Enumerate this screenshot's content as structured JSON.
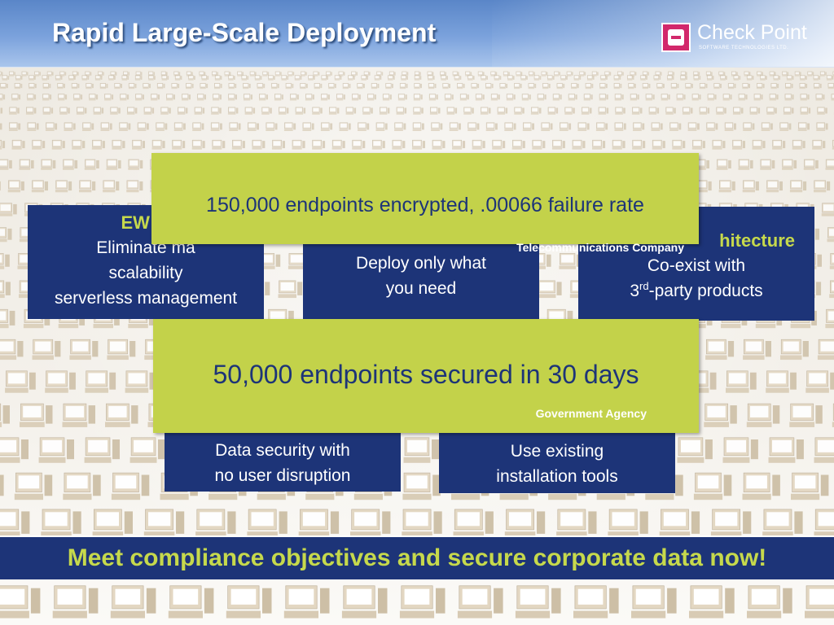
{
  "slide": {
    "title": "Rapid Large-Scale Deployment",
    "logo": {
      "name": "Check Point",
      "subtitle": "SOFTWARE TECHNOLOGIES LTD."
    }
  },
  "boxes": [
    {
      "id": "ew",
      "heading": "EW m",
      "lines": [
        "Eliminate ma",
        "scalability",
        "serverless management"
      ]
    },
    {
      "id": "deploy",
      "lines": [
        "Deploy only what",
        "you need"
      ]
    },
    {
      "id": "arch",
      "heading": "hitecture",
      "line1": "Co-exist with",
      "line2_pre": "3",
      "line2_sup": "rd",
      "line2_post": "-party products"
    },
    {
      "id": "data",
      "lines": [
        "Data security with",
        "no user disruption"
      ]
    },
    {
      "id": "tools",
      "lines": [
        "Use existing",
        "installation tools"
      ]
    }
  ],
  "callouts": [
    {
      "text": "150,000 endpoints encrypted, .00066 failure rate",
      "source": "Telecommunications Company"
    },
    {
      "text": "50,000 endpoints secured in 30 days",
      "source": "Government Agency"
    }
  ],
  "banner": "Meet compliance objectives and secure corporate data now!",
  "colors": {
    "navy": "#1d3478",
    "lime": "#c3d24a",
    "headline_green": "#c6d94c",
    "header_blue": "#5a86c8"
  }
}
